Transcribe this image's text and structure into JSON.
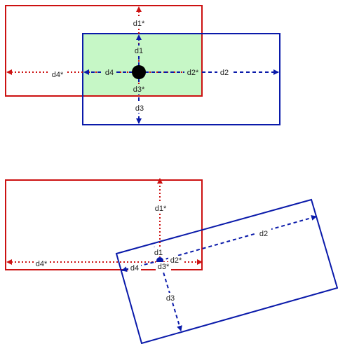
{
  "colors": {
    "red": "#cc1111",
    "blue": "#0a1aaa",
    "overlap": "#c6f7c6",
    "text": "#222222"
  },
  "top": {
    "labels": {
      "d1_star": "d1*",
      "d1": "d1",
      "d2": "d2",
      "d2_star": "d2*",
      "d3": "d3",
      "d3_star": "d3*",
      "d4": "d4",
      "d4_star": "d4*"
    }
  },
  "bottom": {
    "labels": {
      "d1_star": "d1*",
      "d1": "d1",
      "d2": "d2",
      "d2_star": "d2*",
      "d3": "d3",
      "d3_star": "d3*",
      "d4": "d4",
      "d4_star": "d4*"
    }
  }
}
